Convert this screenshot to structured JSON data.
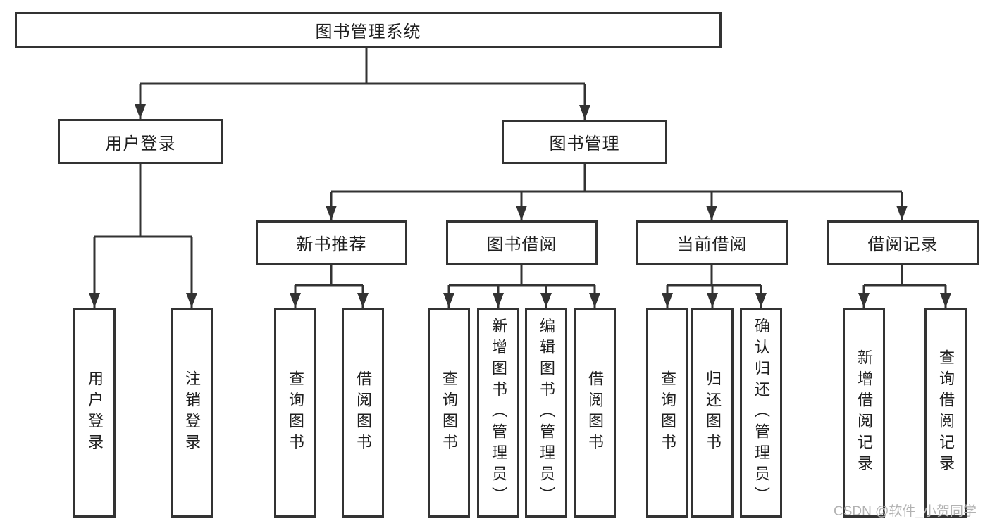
{
  "nodes": {
    "root": "图书管理系统",
    "level2": [
      "用户登录",
      "图书管理"
    ],
    "level3": [
      "新书推荐",
      "图书借阅",
      "当前借阅",
      "借阅记录"
    ],
    "leaves": {
      "user_login": [
        "用户登录",
        "注销登录"
      ],
      "new_books": [
        "查询图书",
        "借阅图书"
      ],
      "book_borrowing": [
        "查询图书",
        "新增图书（管理员）",
        "编辑图书（管理员）",
        "借阅图书"
      ],
      "current_borrowing": [
        "查询图书",
        "归还图书",
        "确认归还（管理员）"
      ],
      "borrowing_records": [
        "新增借阅记录",
        "查询借阅记录"
      ]
    }
  },
  "watermark": "CSDN @软件_小贺同学",
  "colors": {
    "line": "#333333",
    "text": "#1f1f1f",
    "watermark": "#b2b2b2",
    "background": "#ffffff"
  }
}
